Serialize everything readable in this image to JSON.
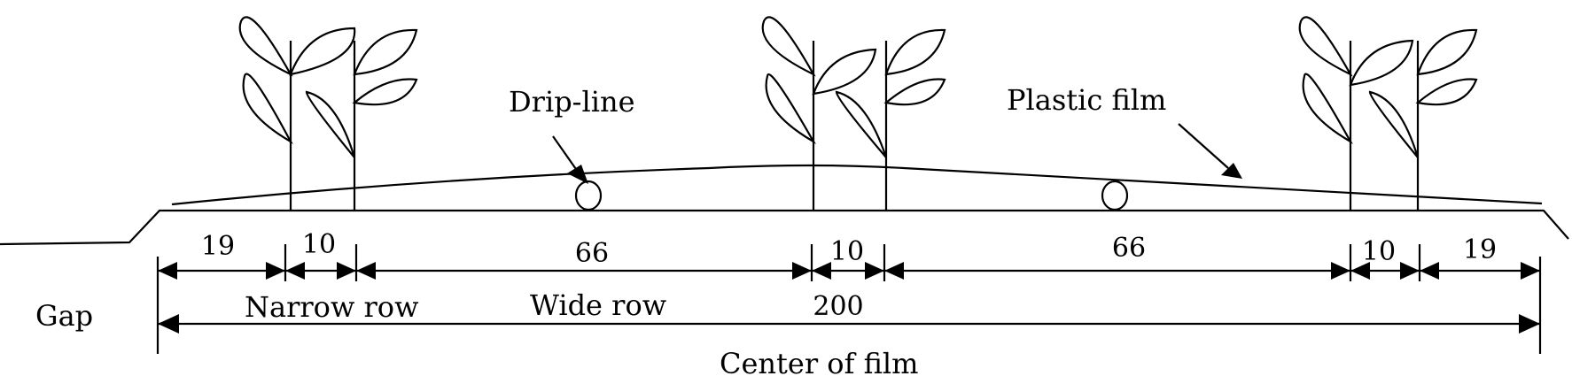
{
  "labels": {
    "drip_line": "Drip-line",
    "plastic_film": "Plastic film",
    "gap": "Gap",
    "narrow_row": "Narrow row",
    "wide_row": "Wide row",
    "center_of_film": "Center of film"
  },
  "dimensions": {
    "segments": [
      "19",
      "10",
      "66",
      "10",
      "66",
      "10",
      "19"
    ],
    "total": "200"
  }
}
